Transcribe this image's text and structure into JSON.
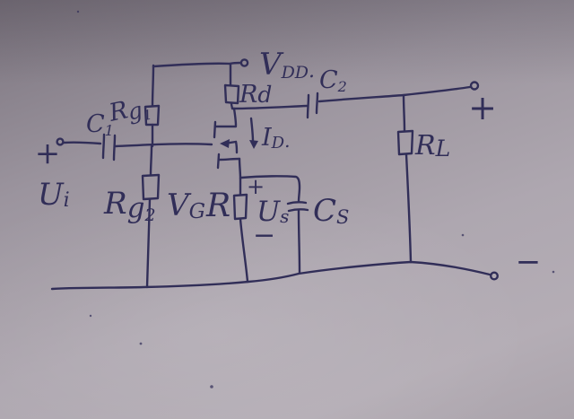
{
  "colors": {
    "ink": "#312e58",
    "paper_top": "#7b747e",
    "paper_mid": "#a59ea7",
    "paper_bottom": "#b4adb5"
  },
  "labels": {
    "input_plus": "+",
    "ui": {
      "main": "U",
      "sub": "i"
    },
    "c1": {
      "main": "C",
      "sub": "1"
    },
    "rg1": {
      "main": "R",
      "mid": "g",
      "sub": "1"
    },
    "rg2": {
      "main": "R",
      "mid": "g",
      "sub": "2"
    },
    "vg": {
      "main": "V",
      "sub": "G"
    },
    "vdd": {
      "main": "V",
      "sub": "DD",
      "suffix": "."
    },
    "rd": {
      "main": "R",
      "mid": "d"
    },
    "id": {
      "main": "I",
      "sub": "D",
      "suffix": "."
    },
    "c2": {
      "main": "C",
      "sub": "2"
    },
    "r": {
      "main": "R"
    },
    "us_plus": "+",
    "us": {
      "main": "U",
      "sub": "s"
    },
    "us_minus": "−",
    "cs": {
      "main": "C",
      "sub": "S"
    },
    "rl": {
      "main": "R",
      "sub": "L"
    },
    "output_plus": "+",
    "output_minus": "−"
  }
}
